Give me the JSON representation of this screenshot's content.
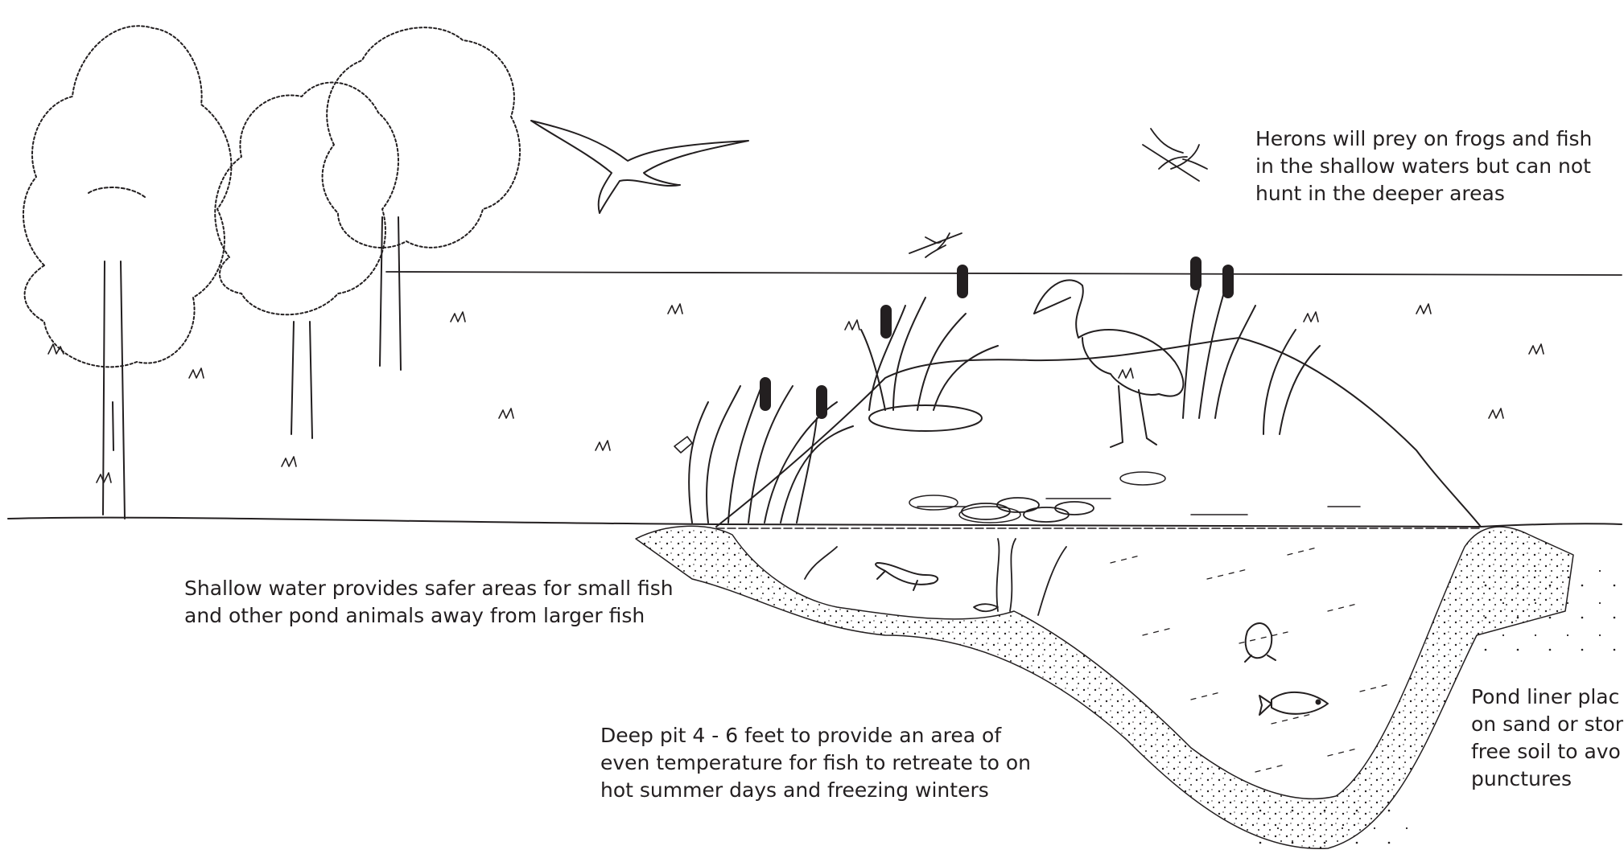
{
  "annotations": {
    "herons": {
      "lines": [
        "Herons will prey on frogs and fish",
        "in the shallow waters but can not",
        "hunt in the deeper areas"
      ]
    },
    "shallow_water": {
      "lines": [
        "Shallow water provides safer areas for small fish",
        "and other pond animals away from larger fish"
      ]
    },
    "deep_pit": {
      "lines": [
        "Deep pit 4 - 6 feet to provide an area of",
        "even temperature for fish to retreate to on",
        "hot summer days and freezing winters"
      ]
    },
    "pond_liner": {
      "lines": [
        "Pond liner plac",
        "on sand or stor",
        "free soil to avo",
        "punctures"
      ]
    }
  },
  "colors": {
    "ink": "#231f20",
    "background": "#ffffff"
  },
  "illustration_elements": [
    "trees",
    "flying-gull",
    "dragonflies",
    "heron",
    "cattails",
    "lily-pads",
    "pond-water",
    "fish",
    "newt",
    "sand-liner-bed"
  ]
}
